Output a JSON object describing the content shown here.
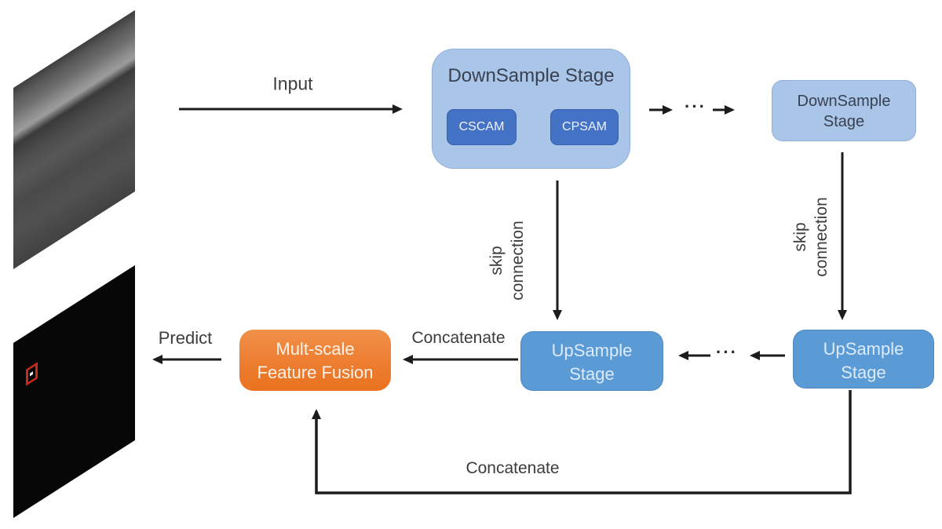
{
  "nodes": {
    "downsample_main": {
      "title": "DownSample Stage"
    },
    "cscam": "CSCAM",
    "cpsam": "CPSAM",
    "downsample_right": {
      "line1": "DownSample",
      "line2": "Stage"
    },
    "upsample_left": {
      "line1": "UpSample",
      "line2": "Stage"
    },
    "upsample_right": {
      "line1": "UpSample",
      "line2": "Stage"
    },
    "fusion": {
      "line1": "Mult-scale",
      "line2": "Feature Fusion"
    }
  },
  "labels": {
    "input": "Input",
    "predict": "Predict",
    "concatenate_mid": "Concatenate",
    "concatenate_bottom": "Concatenate",
    "skip_left": {
      "line1": "skip",
      "line2": "connection"
    },
    "skip_right": {
      "line1": "skip",
      "line2": "connection"
    },
    "dots_top": "···",
    "dots_bottom": "···"
  },
  "colors": {
    "stage_light_blue": "#a9c5e8",
    "attention_block_blue": "#4472c4",
    "upsample_blue": "#5b9bd5",
    "fusion_orange": "#ed7d31",
    "arrow_black": "#1c1c1c",
    "label_text": "#3c3c3c",
    "detection_red": "#c62b1e"
  }
}
